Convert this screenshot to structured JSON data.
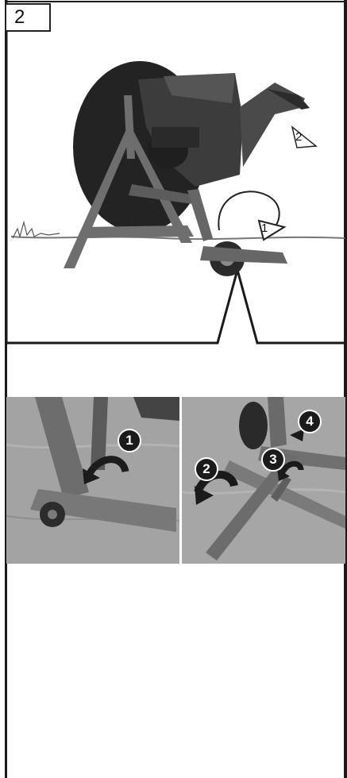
{
  "step": {
    "number": "2"
  },
  "illustration": {
    "arrow_labels": [
      "1",
      "2"
    ]
  },
  "photo_left": {
    "callouts": [
      "1"
    ]
  },
  "photo_right": {
    "callouts": [
      "2",
      "3",
      "4"
    ]
  },
  "colors": {
    "frame": "#1a1a1a",
    "saw_dark": "#222222",
    "frame_grey": "#777777",
    "photo_floor": "#9a9a9a"
  }
}
